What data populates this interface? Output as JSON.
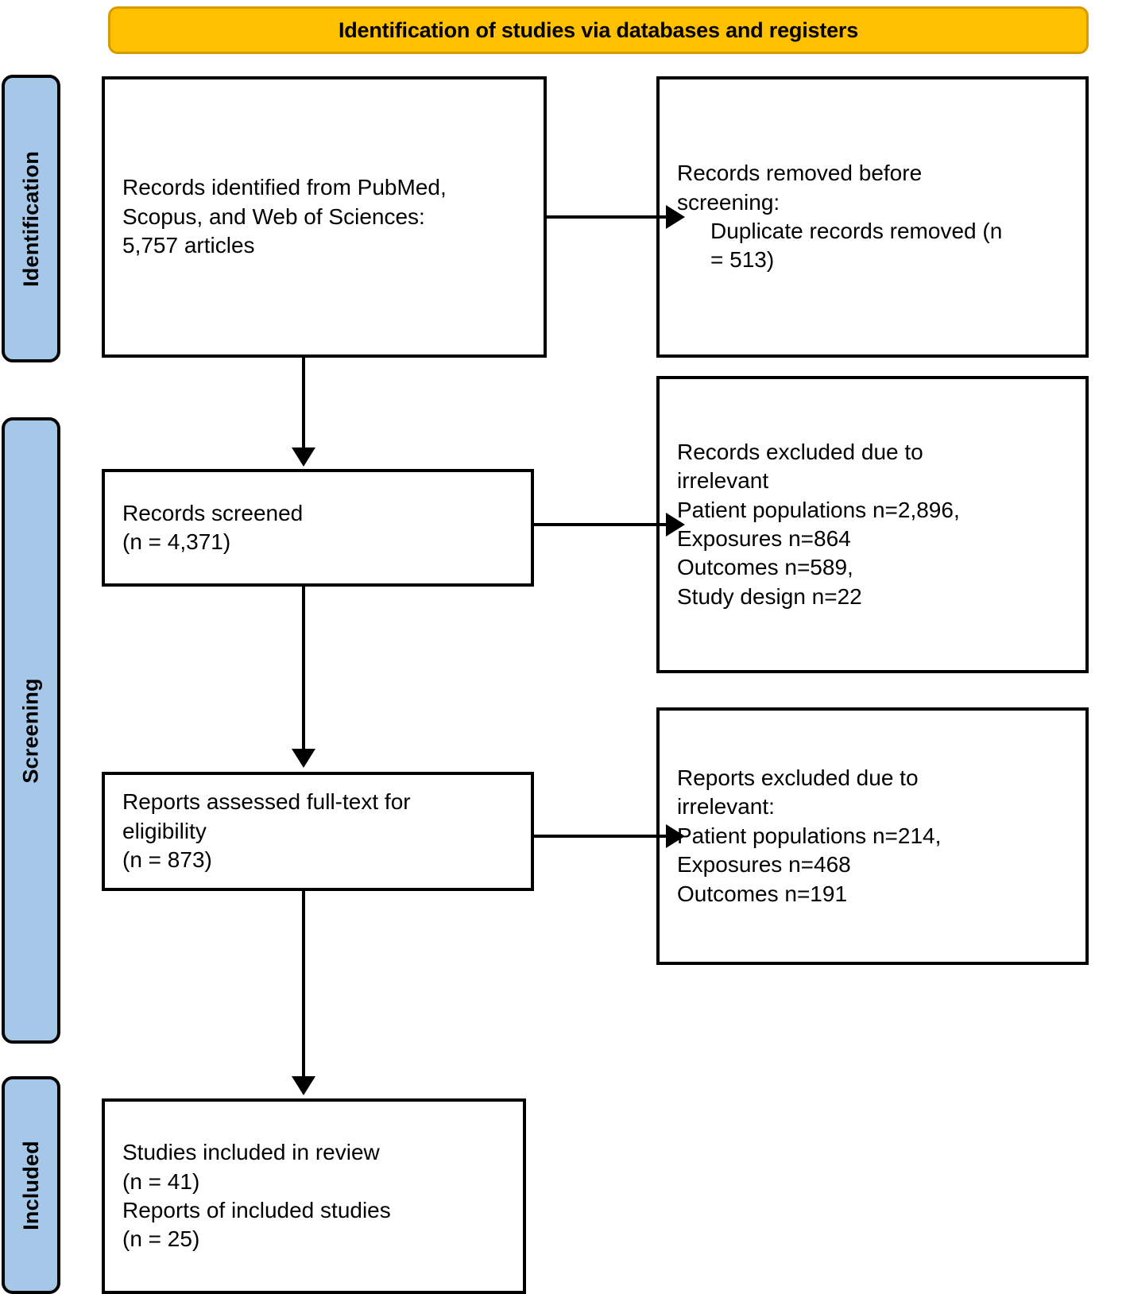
{
  "header": {
    "title": "Identification of studies via databases and registers",
    "bg_color": "#FFC000",
    "border_color": "#D79B00"
  },
  "stage_color": "#A5C8E8",
  "stages": [
    {
      "id": "identification",
      "label": "Identification"
    },
    {
      "id": "screening",
      "label": "Screening"
    },
    {
      "id": "included",
      "label": "Included"
    }
  ],
  "boxes": {
    "identified": {
      "lines": [
        "Records identified from PubMed,",
        "Scopus, and Web of Sciences:",
        "5,757 articles"
      ]
    },
    "removed": {
      "lines": [
        "Records removed before",
        "screening:",
        "Duplicate records removed (n",
        "= 513)"
      ]
    },
    "screened": {
      "lines": [
        "Records screened",
        "(n = 4,371)"
      ]
    },
    "records_excluded": {
      "lines": [
        "Records excluded due to",
        "irrelevant",
        "Patient populations n=2,896,",
        "Exposures n=864",
        "Outcomes n=589,",
        "Study design n=22"
      ]
    },
    "fulltext": {
      "lines": [
        "Reports assessed full-text for",
        "eligibility",
        "(n = 873)"
      ]
    },
    "reports_excluded": {
      "lines": [
        "Reports excluded due to",
        "irrelevant:",
        "Patient populations n=214,",
        "Exposures n=468",
        "Outcomes n=191"
      ]
    },
    "included": {
      "lines": [
        "Studies included in review",
        "(n = 41)",
        "Reports of included studies",
        "(n = 25)"
      ]
    }
  },
  "chart_data": {
    "type": "diagram",
    "title": "PRISMA flow diagram",
    "nodes": [
      {
        "id": "identified",
        "stage": "Identification",
        "label": "Records identified from PubMed, Scopus, and Web of Sciences",
        "n": 5757
      },
      {
        "id": "removed",
        "stage": "Identification",
        "label": "Duplicate records removed",
        "n": 513
      },
      {
        "id": "screened",
        "stage": "Screening",
        "label": "Records screened",
        "n": 4371
      },
      {
        "id": "records_excluded",
        "stage": "Screening",
        "label": "Records excluded due to irrelevant",
        "n": 4371,
        "breakdown": {
          "Patient populations": 2896,
          "Exposures": 864,
          "Outcomes": 589,
          "Study design": 22
        }
      },
      {
        "id": "fulltext",
        "stage": "Screening",
        "label": "Reports assessed full-text for eligibility",
        "n": 873
      },
      {
        "id": "reports_excluded",
        "stage": "Screening",
        "label": "Reports excluded due to irrelevant",
        "breakdown": {
          "Patient populations": 214,
          "Exposures": 468,
          "Outcomes": 191
        }
      },
      {
        "id": "included_review",
        "stage": "Included",
        "label": "Studies included in review",
        "n": 41
      },
      {
        "id": "included_reports",
        "stage": "Included",
        "label": "Reports of included studies",
        "n": 25
      }
    ],
    "edges": [
      {
        "from": "identified",
        "to": "removed",
        "direction": "right"
      },
      {
        "from": "identified",
        "to": "screened",
        "direction": "down"
      },
      {
        "from": "screened",
        "to": "records_excluded",
        "direction": "right"
      },
      {
        "from": "screened",
        "to": "fulltext",
        "direction": "down"
      },
      {
        "from": "fulltext",
        "to": "reports_excluded",
        "direction": "right"
      },
      {
        "from": "fulltext",
        "to": "included_review",
        "direction": "down"
      }
    ]
  }
}
